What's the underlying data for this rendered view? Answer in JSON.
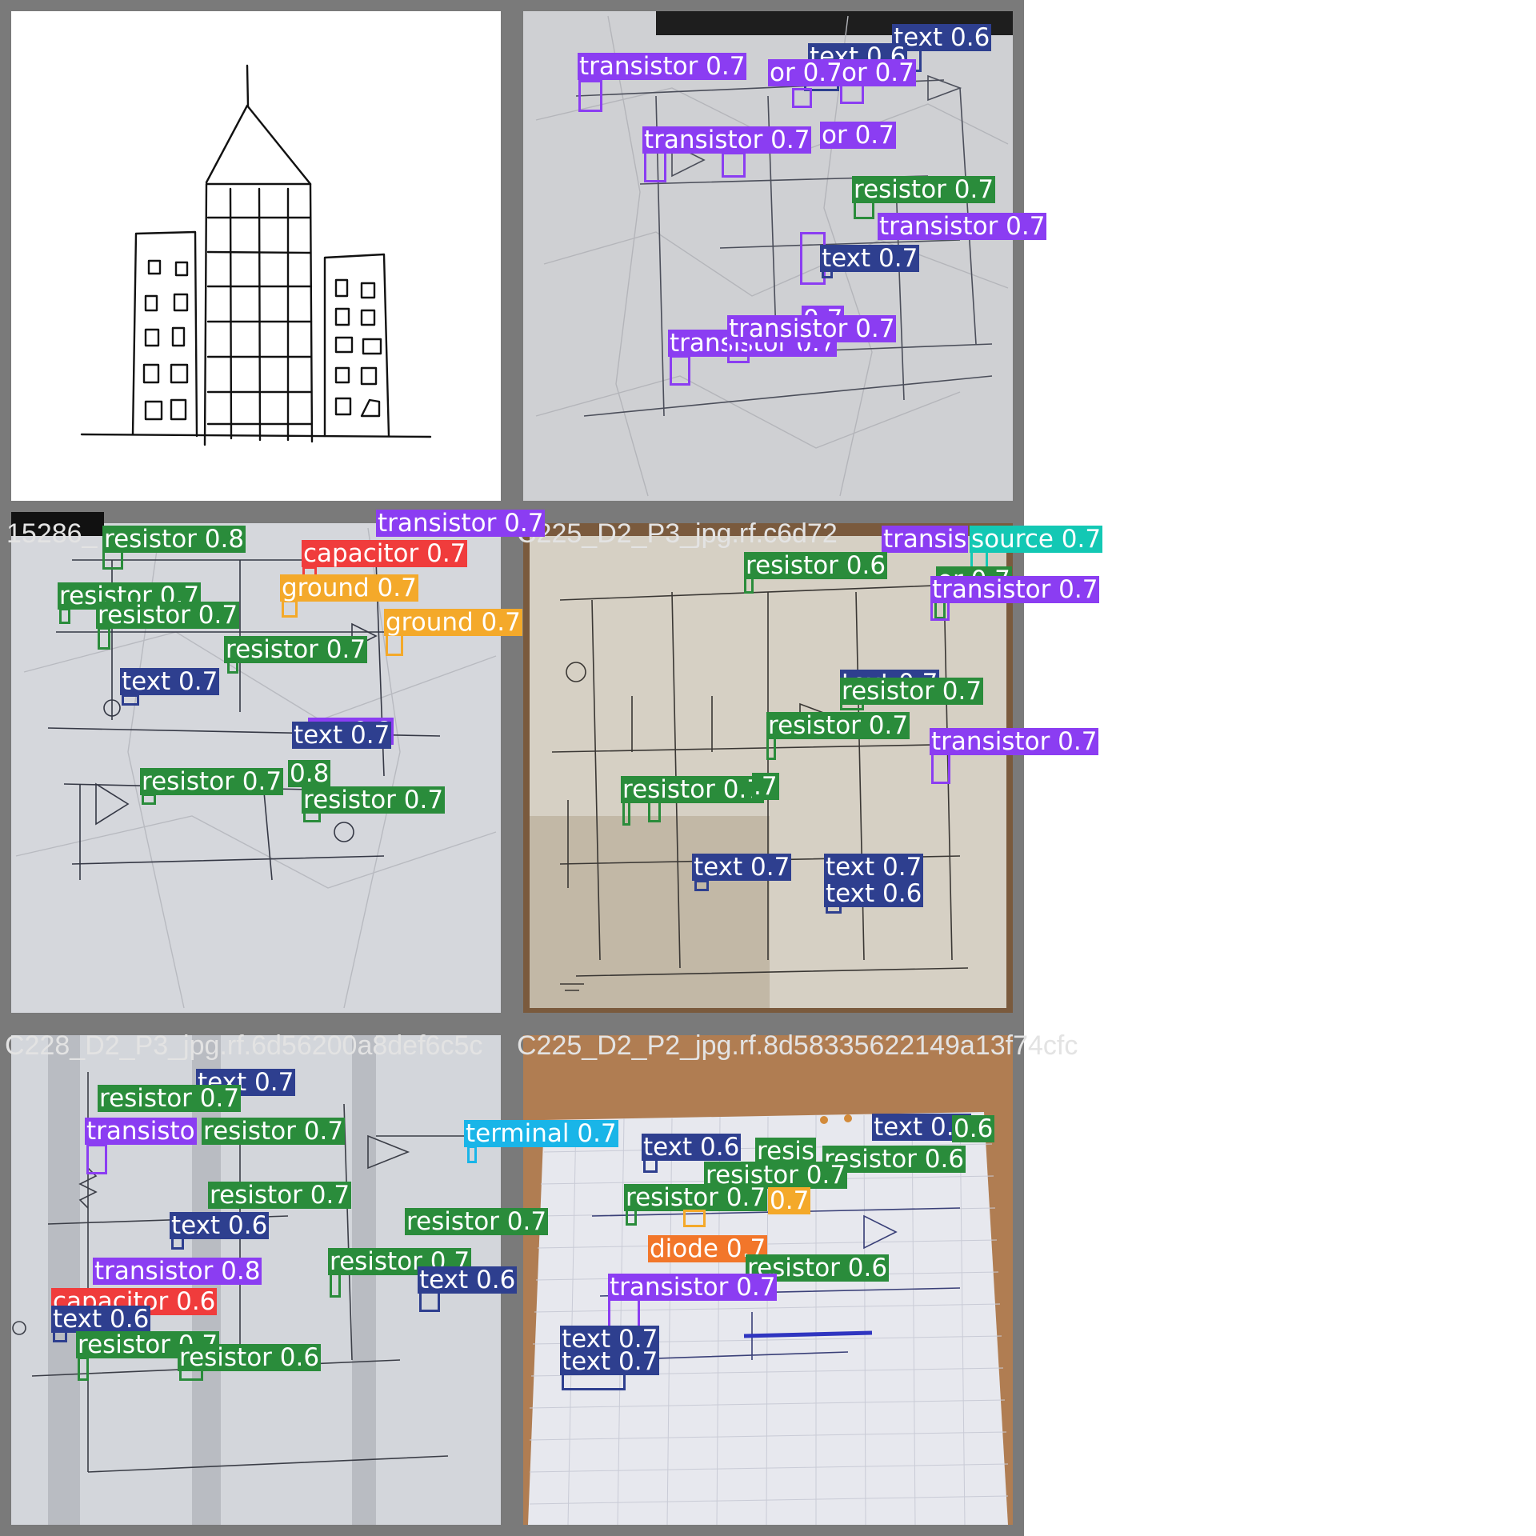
{
  "colors": {
    "resistor": "#2a8c3b",
    "transistor": "#8b3df2",
    "text": "#2e3f8f",
    "capacitor": "#f03c3c",
    "ground": "#f4a92a",
    "terminal": "#19b5e8",
    "source": "#13c8b4",
    "diode": "#f2762a"
  },
  "tiles": [
    {
      "name": "",
      "detections": []
    },
    {
      "name": "",
      "detections": [
        {
          "cls": "text",
          "label": "text 0.6"
        },
        {
          "cls": "text",
          "label": "text 0.6"
        },
        {
          "cls": "transistor",
          "label": "transistor 0.7"
        },
        {
          "cls": "transistor",
          "label": "or 0.7"
        },
        {
          "cls": "transistor",
          "label": "or 0.7"
        },
        {
          "cls": "transistor",
          "label": "transistor 0.7"
        },
        {
          "cls": "transistor",
          "label": "or 0.7"
        },
        {
          "cls": "resistor",
          "label": "resistor 0.7"
        },
        {
          "cls": "transistor",
          "label": "transistor 0.7"
        },
        {
          "cls": "text",
          "label": "text 0.7"
        },
        {
          "cls": "transistor",
          "label": "transistor 0.7"
        },
        {
          "cls": "transistor",
          "label": "0.7"
        },
        {
          "cls": "transistor",
          "label": "transistor 0.7"
        }
      ]
    },
    {
      "name": "15286_",
      "detections": [
        {
          "cls": "transistor",
          "label": "transistor 0.7"
        },
        {
          "cls": "resistor",
          "label": "resistor 0.8"
        },
        {
          "cls": "capacitor",
          "label": "capacitor 0.7"
        },
        {
          "cls": "ground",
          "label": "ground 0.7"
        },
        {
          "cls": "ground",
          "label": "ground 0.7"
        },
        {
          "cls": "resistor",
          "label": "resistor 0.7"
        },
        {
          "cls": "resistor",
          "label": "resistor 0.7"
        },
        {
          "cls": "resistor",
          "label": "resistor 0.7"
        },
        {
          "cls": "text",
          "label": "text 0.7"
        },
        {
          "cls": "transistor",
          "label": "tor 0.8"
        },
        {
          "cls": "text",
          "label": "text 0.7"
        },
        {
          "cls": "resistor",
          "label": "resistor 0.7"
        },
        {
          "cls": "resistor",
          "label": "0.8"
        },
        {
          "cls": "resistor",
          "label": "resistor 0.7"
        }
      ]
    },
    {
      "name": "C225_D2_P3_jpg.rf.c6d72",
      "detections": [
        {
          "cls": "transistor",
          "label": "transis"
        },
        {
          "cls": "source",
          "label": "source 0.7"
        },
        {
          "cls": "resistor",
          "label": "resistor 0.6"
        },
        {
          "cls": "resistor",
          "label": "or 0.7"
        },
        {
          "cls": "transistor",
          "label": "transistor 0.7"
        },
        {
          "cls": "text",
          "label": "text 0.7"
        },
        {
          "cls": "resistor",
          "label": "resistor 0.7"
        },
        {
          "cls": "resistor",
          "label": "resistor 0.7"
        },
        {
          "cls": "transistor",
          "label": "transistor 0.7"
        },
        {
          "cls": "resistor",
          "label": "resistor 0.7"
        },
        {
          "cls": "resistor",
          "label": ".7"
        },
        {
          "cls": "text",
          "label": "text 0.7"
        },
        {
          "cls": "text",
          "label": "text 0.7"
        },
        {
          "cls": "text",
          "label": "text 0.6"
        }
      ]
    },
    {
      "name": "C228_D2_P3_jpg.rf.6d56200a8def6c5c",
      "detections": [
        {
          "cls": "text",
          "label": "text 0.7"
        },
        {
          "cls": "resistor",
          "label": "resistor 0.7"
        },
        {
          "cls": "transistor",
          "label": "transisto"
        },
        {
          "cls": "resistor",
          "label": "resistor 0.7"
        },
        {
          "cls": "resistor",
          "label": "resistor 0.7"
        },
        {
          "cls": "text",
          "label": "text 0.6"
        },
        {
          "cls": "resistor",
          "label": "resistor 0.7"
        },
        {
          "cls": "resistor",
          "label": "resistor 0.7"
        },
        {
          "cls": "text",
          "label": "text 0.6"
        },
        {
          "cls": "transistor",
          "label": "transistor 0.8"
        },
        {
          "cls": "capacitor",
          "label": "capacitor 0.6"
        },
        {
          "cls": "text",
          "label": "text 0.6"
        },
        {
          "cls": "resistor",
          "label": "resistor 0.7"
        },
        {
          "cls": "resistor",
          "label": "resistor 0.6"
        },
        {
          "cls": "terminal",
          "label": "terminal 0.7"
        }
      ]
    },
    {
      "name": "C225_D2_P2_jpg.rf.8d58335622149a13f74cfc",
      "detections": [
        {
          "cls": "text",
          "label": "text 0.6"
        },
        {
          "cls": "text",
          "label": "text 0.6"
        },
        {
          "cls": "resistor",
          "label": "0.6"
        },
        {
          "cls": "resistor",
          "label": "resis"
        },
        {
          "cls": "resistor",
          "label": "resistor 0.6"
        },
        {
          "cls": "resistor",
          "label": "resistor 0.7"
        },
        {
          "cls": "resistor",
          "label": "resistor 0.7"
        },
        {
          "cls": "ground",
          "label": "0.7"
        },
        {
          "cls": "diode",
          "label": "diode 0.7"
        },
        {
          "cls": "resistor",
          "label": "resistor 0.6"
        },
        {
          "cls": "transistor",
          "label": "transistor 0.7"
        },
        {
          "cls": "text",
          "label": "text 0.7"
        },
        {
          "cls": "text",
          "label": "text 0.7"
        }
      ]
    }
  ]
}
